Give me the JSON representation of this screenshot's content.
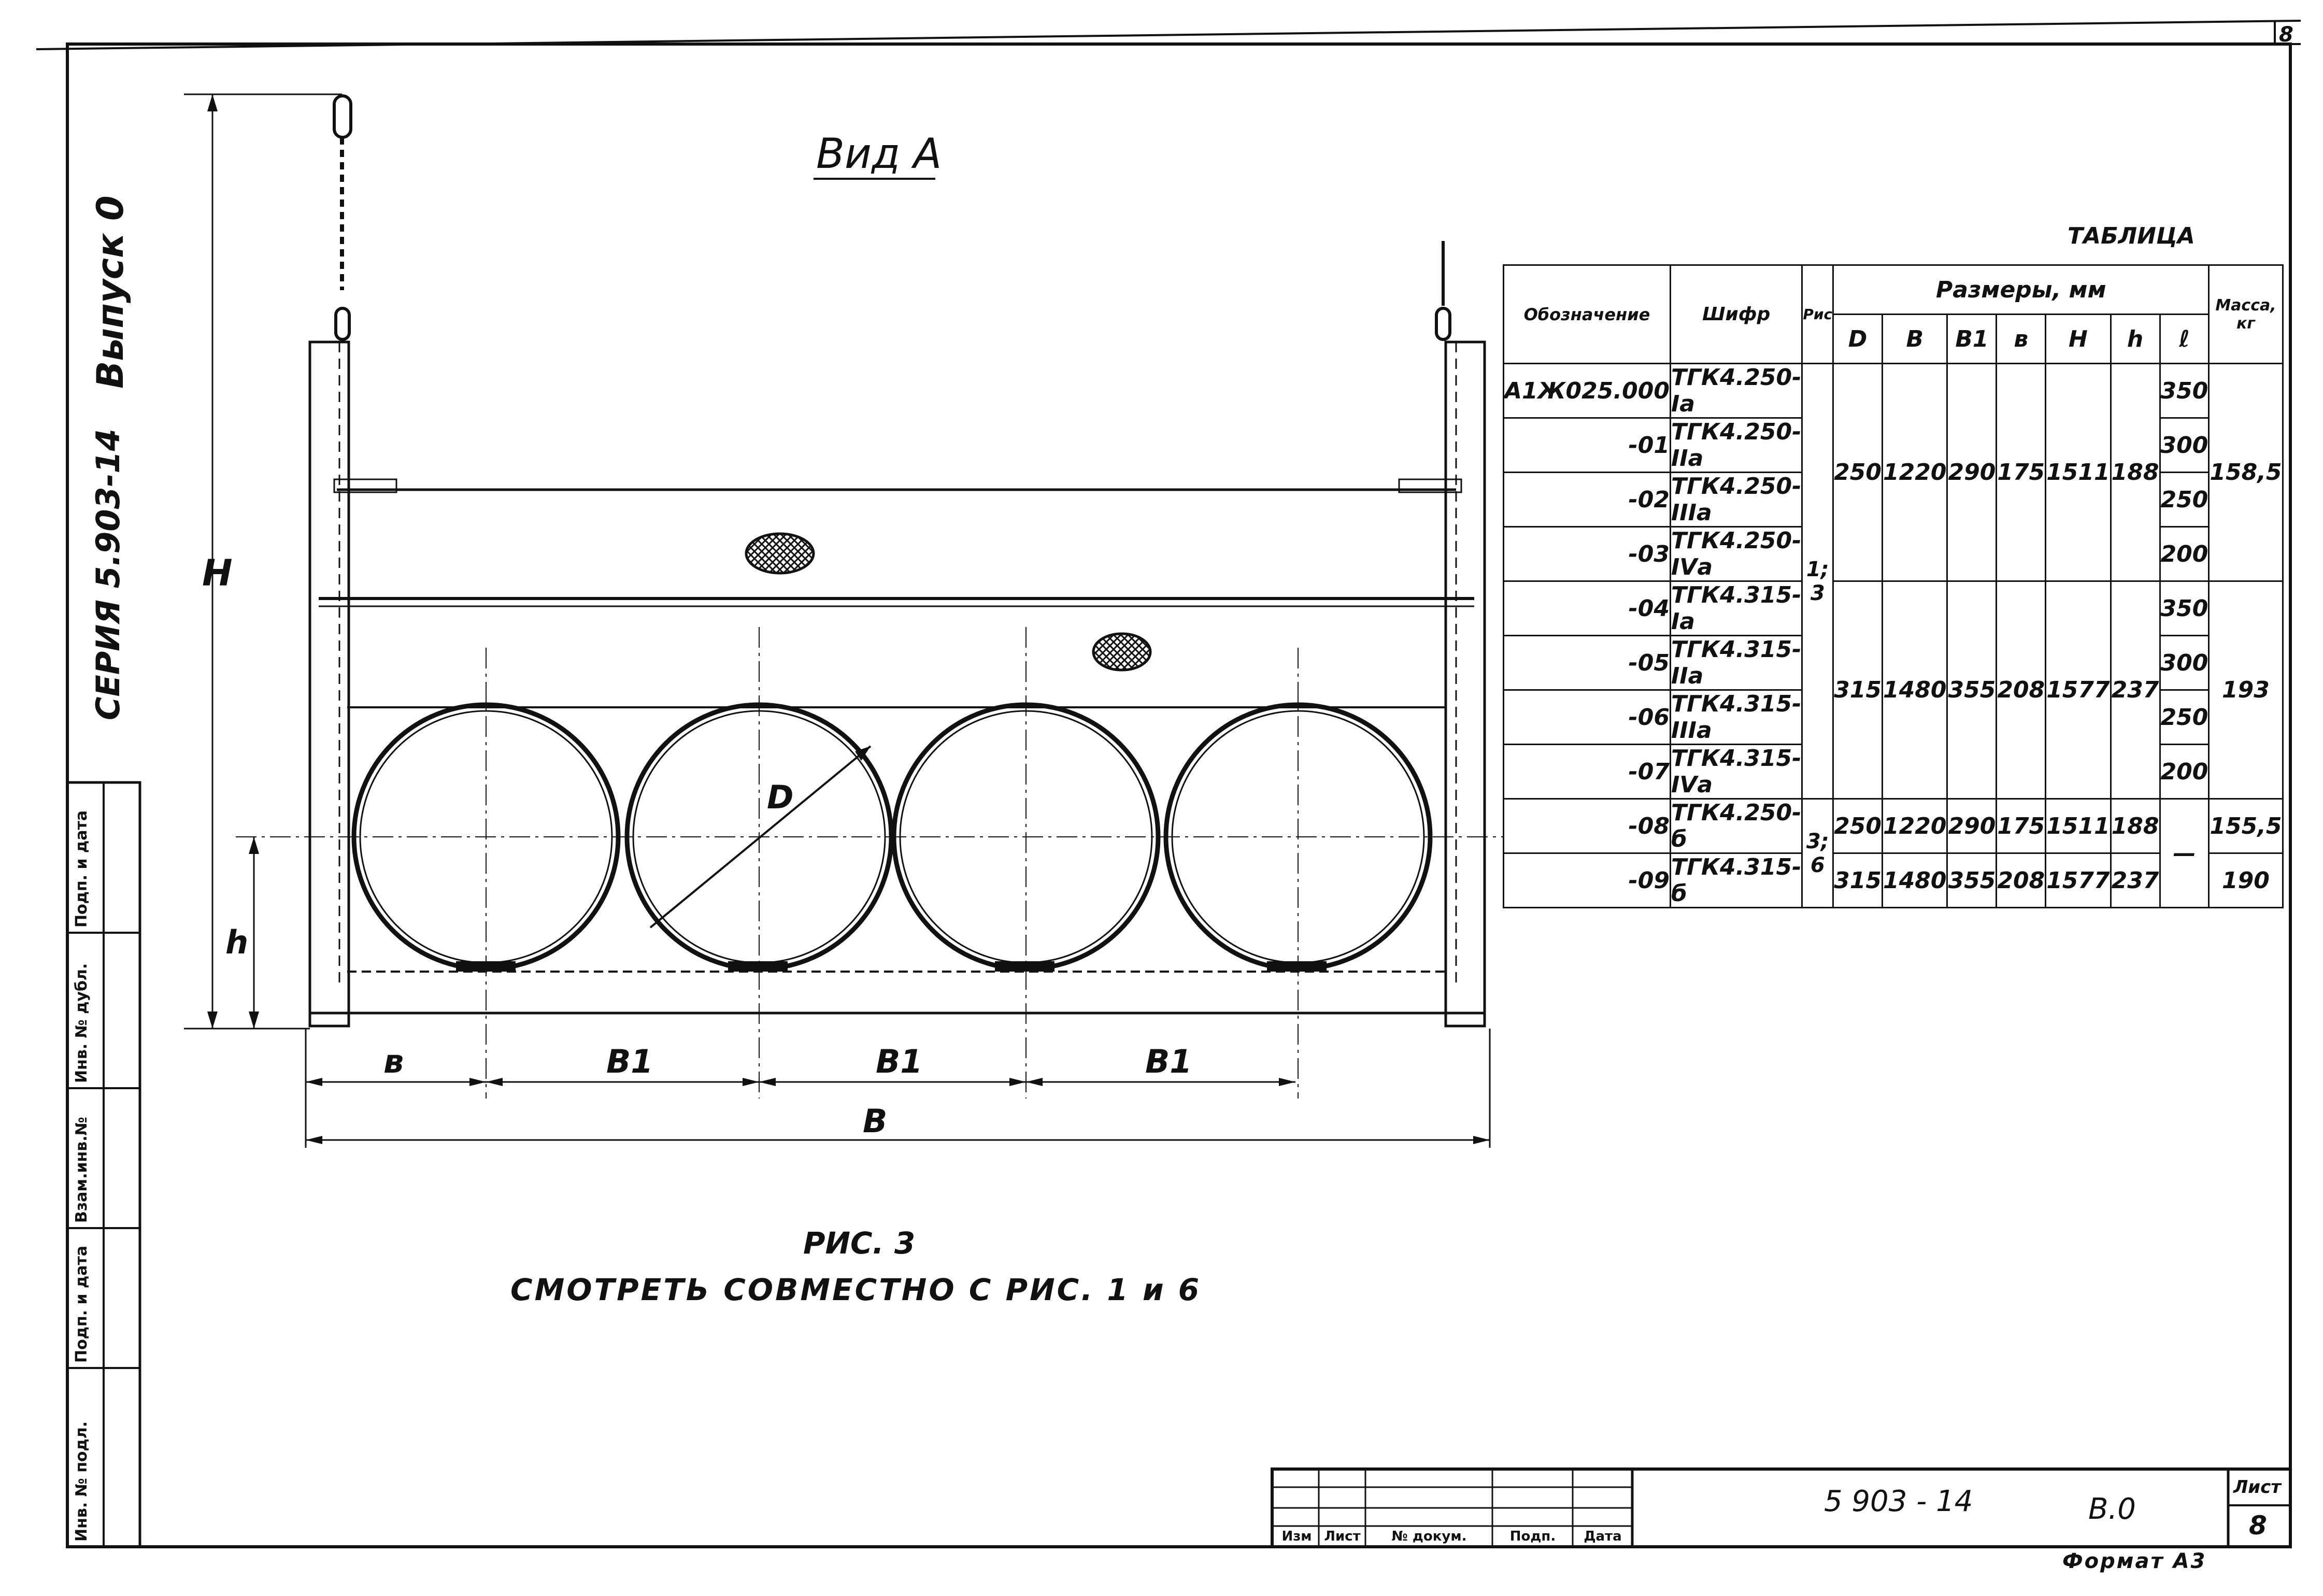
{
  "sheet_corner_number": "8",
  "side_labels": {
    "series": "СЕРИЯ 5.903-14",
    "issue": "Выпуск 0"
  },
  "left_stamp": [
    "Инв. № подл.",
    "Подп. и дата",
    "Взам.инв.№",
    "Инв. № дубл.",
    "Подп. и дата"
  ],
  "view_title": "Вид А",
  "drawing_labels": {
    "H": "Н",
    "h": "h",
    "D": "D",
    "b": "в",
    "B1": "B1",
    "B": "B"
  },
  "caption": {
    "line1": "РИС. 3",
    "line2": "СМОТРЕТЬ СОВМЕСТНО С РИС. 1 и 6"
  },
  "table": {
    "title": "ТАБЛИЦА",
    "headers": {
      "designation": "Обозначение",
      "code": "Шифр",
      "fig": "Рис",
      "sizes": "Размеры, мм",
      "cols": [
        "D",
        "B",
        "B1",
        "в",
        "H",
        "h",
        "ℓ"
      ],
      "mass": "Масса, кг"
    },
    "rows": [
      {
        "designation": "А1Ж025.000",
        "code": "ТГК4.250-Iа",
        "l": "350"
      },
      {
        "designation": "-01",
        "code": "ТГК4.250-IIа",
        "l": "300"
      },
      {
        "designation": "-02",
        "code": "ТГК4.250-IIIа",
        "l": "250"
      },
      {
        "designation": "-03",
        "code": "ТГК4.250-IVа",
        "l": "200"
      },
      {
        "designation": "-04",
        "code": "ТГК4.315-Iа",
        "l": "350"
      },
      {
        "designation": "-05",
        "code": "ТГК4.315-IIа",
        "l": "300"
      },
      {
        "designation": "-06",
        "code": "ТГК4.315-IIIа",
        "l": "250"
      },
      {
        "designation": "-07",
        "code": "ТГК4.315-IVа",
        "l": "200"
      },
      {
        "designation": "-08",
        "code": "ТГК4.250-б"
      },
      {
        "designation": "-09",
        "code": "ТГК4.315-б"
      }
    ],
    "fig_groups": [
      "1; 3",
      "3; 6"
    ],
    "group1": {
      "D": "250",
      "B": "1220",
      "B1": "290",
      "b": "175",
      "H": "1511",
      "h": "188",
      "mass": "158,5"
    },
    "group2": {
      "D": "315",
      "B": "1480",
      "B1": "355",
      "b": "208",
      "H": "1577",
      "h": "237",
      "mass": "193"
    },
    "row08": {
      "D": "250",
      "B": "1220",
      "B1": "290",
      "b": "175",
      "H": "1511",
      "h": "188",
      "l": "—",
      "mass": "155,5"
    },
    "row09": {
      "D": "315",
      "B": "1480",
      "B1": "355",
      "b": "208",
      "H": "1577",
      "h": "237",
      "mass": "190"
    }
  },
  "title_block": {
    "headers": [
      "Изм",
      "Лист",
      "№ докум.",
      "Подп.",
      "Дата"
    ],
    "doc_number": "5 903 - 14",
    "issue": "В.0",
    "sheet_label": "Лист",
    "sheet_number": "8",
    "format": "Формат А3"
  }
}
